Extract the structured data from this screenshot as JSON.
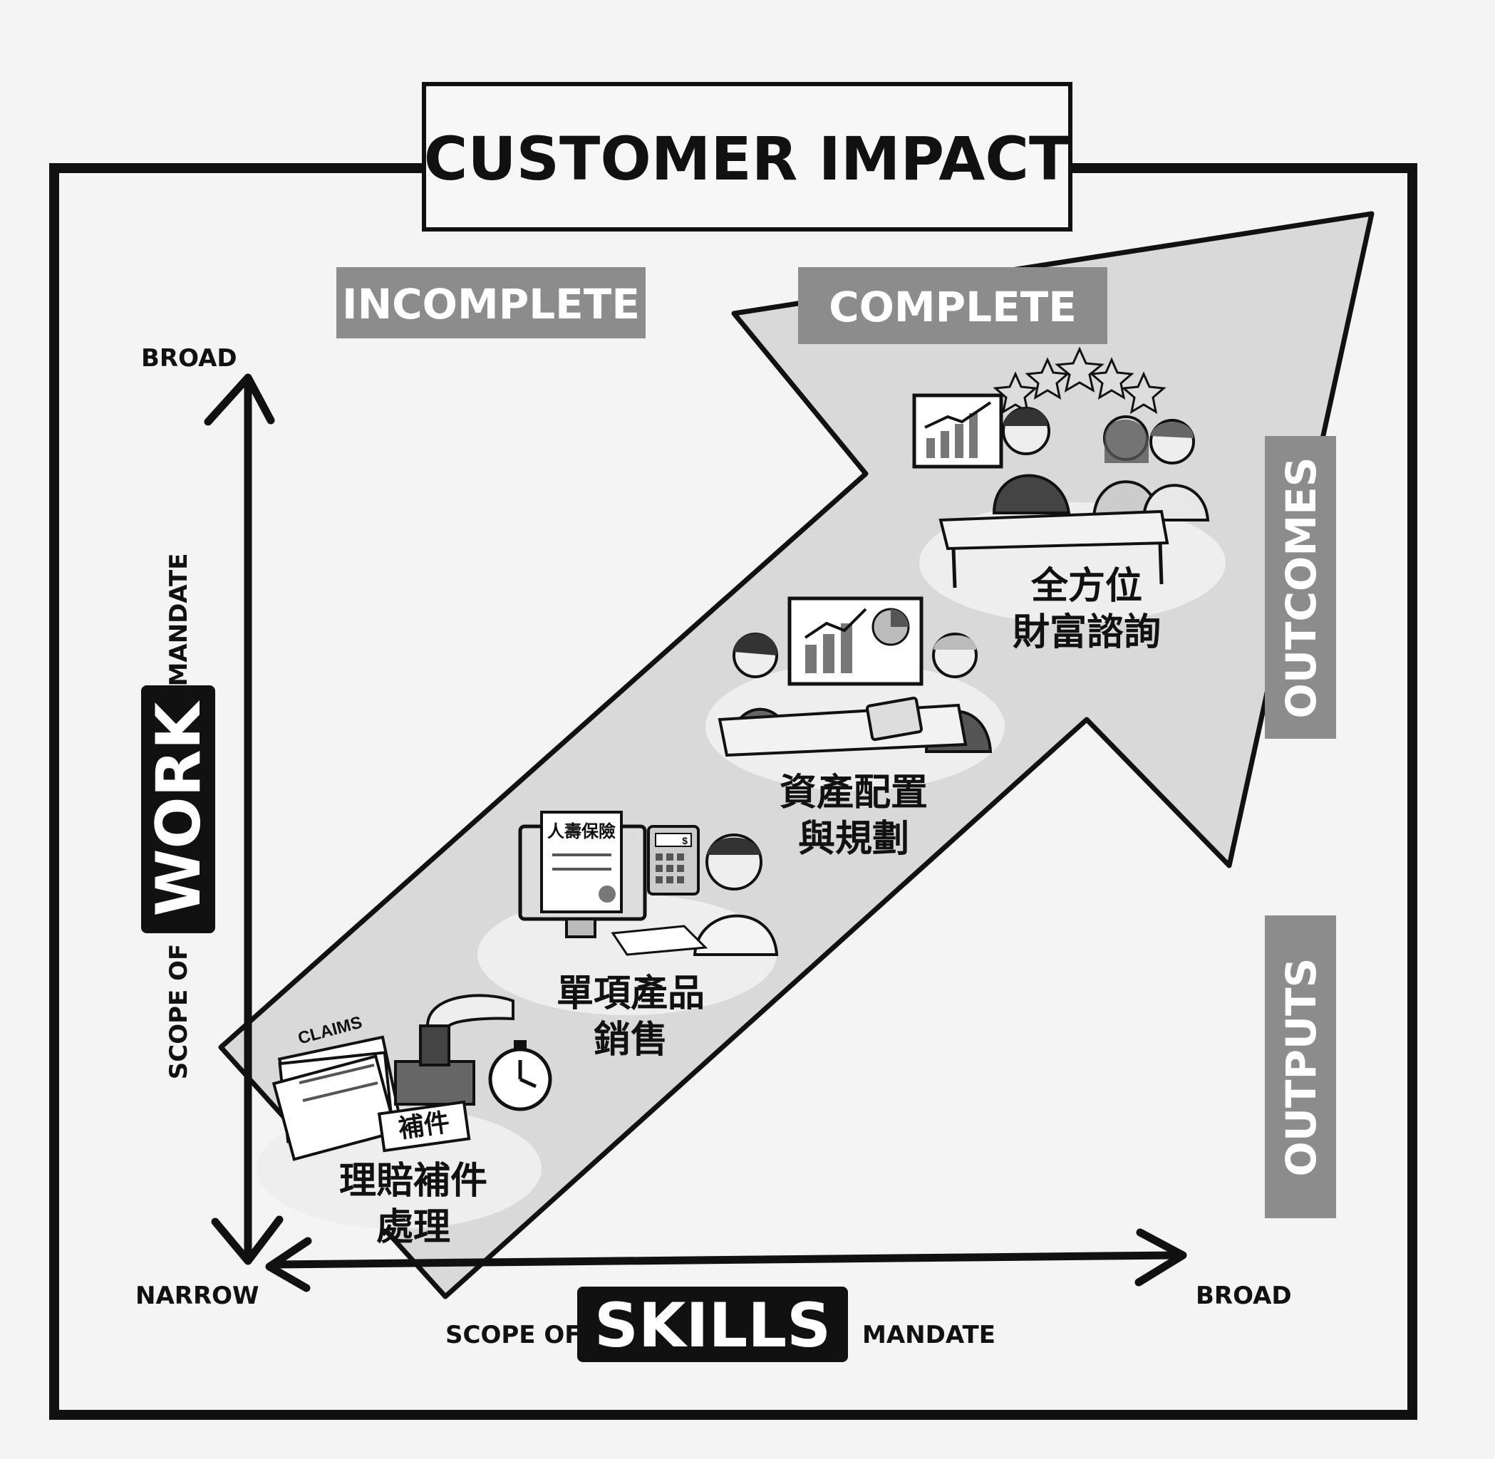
{
  "title": "CUSTOMER IMPACT",
  "status": {
    "incomplete": "INCOMPLETE",
    "complete": "COMPLETE"
  },
  "side_labels": {
    "outcomes": "OUTCOMES",
    "outputs": "OUTPUTS"
  },
  "y_axis": {
    "top": "BROAD",
    "prefix": "SCOPE OF",
    "emphasis": "WORK",
    "suffix": "MANDATE"
  },
  "x_axis": {
    "left": "NARROW",
    "right": "BROAD",
    "prefix": "SCOPE OF",
    "emphasis": "SKILLS",
    "suffix": "MANDATE"
  },
  "stages": [
    {
      "lines": [
        "理賠補件",
        "處理"
      ],
      "icon_text": [
        "補件",
        "CLAIMS"
      ]
    },
    {
      "lines": [
        "單項產品",
        "銷售"
      ],
      "icon_text": [
        "人壽保險",
        "$"
      ]
    },
    {
      "lines": [
        "資產配置",
        "與規劃"
      ],
      "icon_text": []
    },
    {
      "lines": [
        "全方位",
        "財富諮詢"
      ],
      "icon_text": []
    }
  ],
  "colors": {
    "background": "#f4f4f4",
    "arrow_fill": "#d9d9d9",
    "chip_gray": "#8c8c8c",
    "ink": "#111111"
  }
}
